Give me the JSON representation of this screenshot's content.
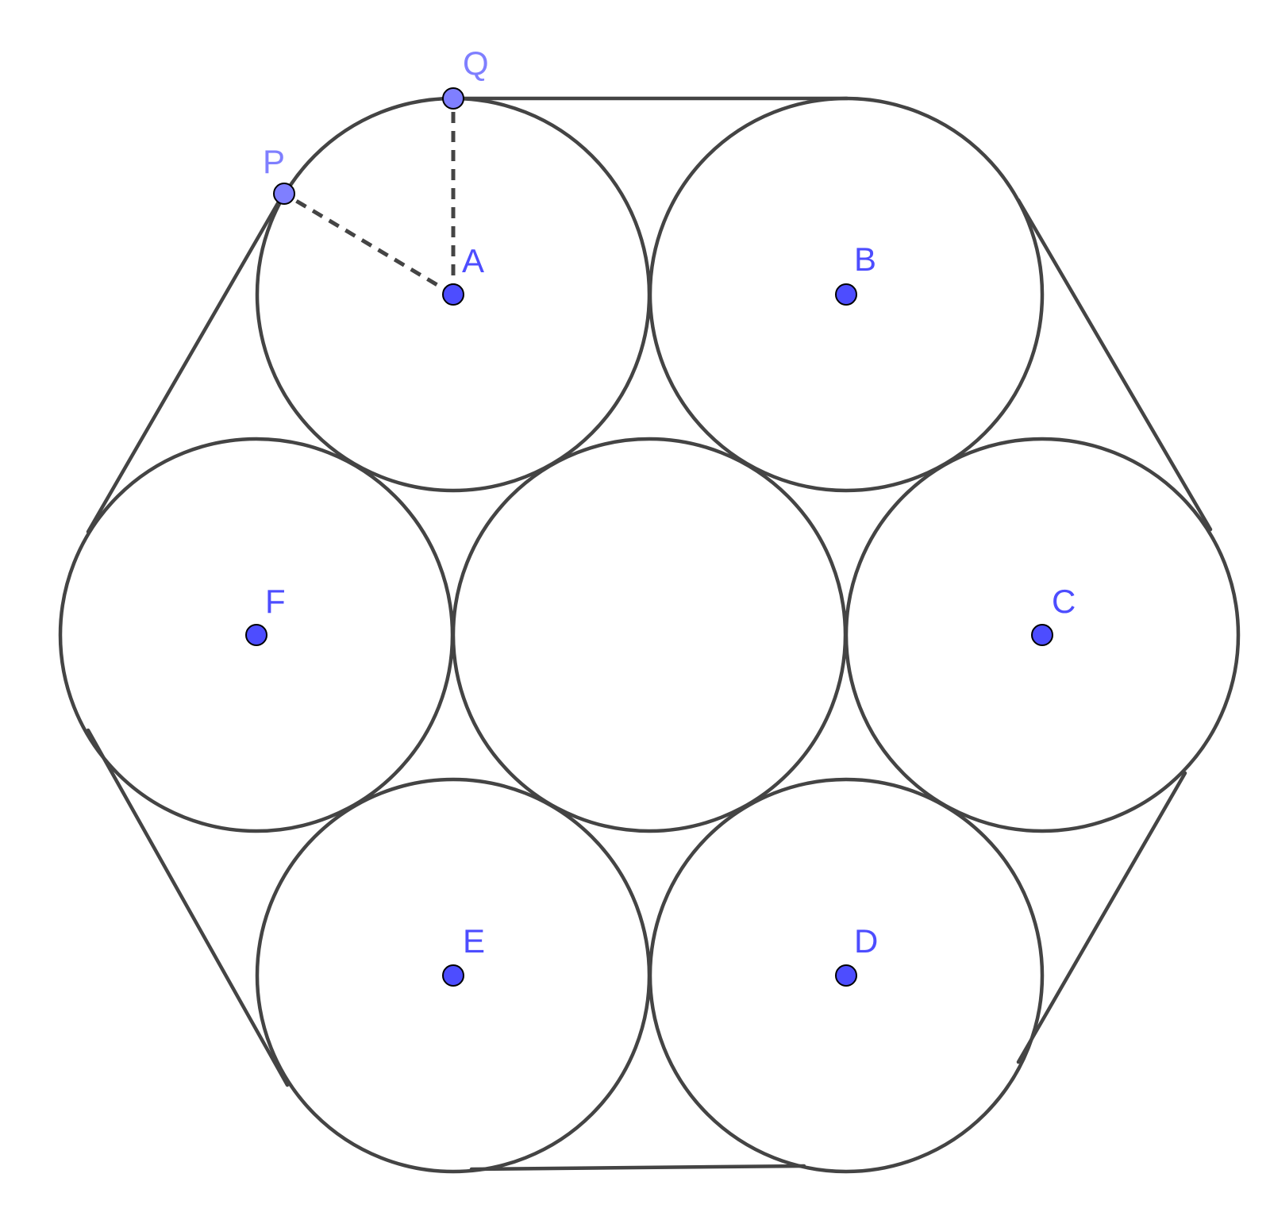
{
  "diagram": {
    "background": "#ffffff",
    "stroke_color": "#444444",
    "center_point_color": "#4d4dff",
    "free_point_color": "#7f7fff",
    "labels": {
      "A": "A",
      "B": "B",
      "C": "C",
      "D": "D",
      "E": "E",
      "F": "F",
      "P": "P",
      "Q": "Q"
    }
  }
}
